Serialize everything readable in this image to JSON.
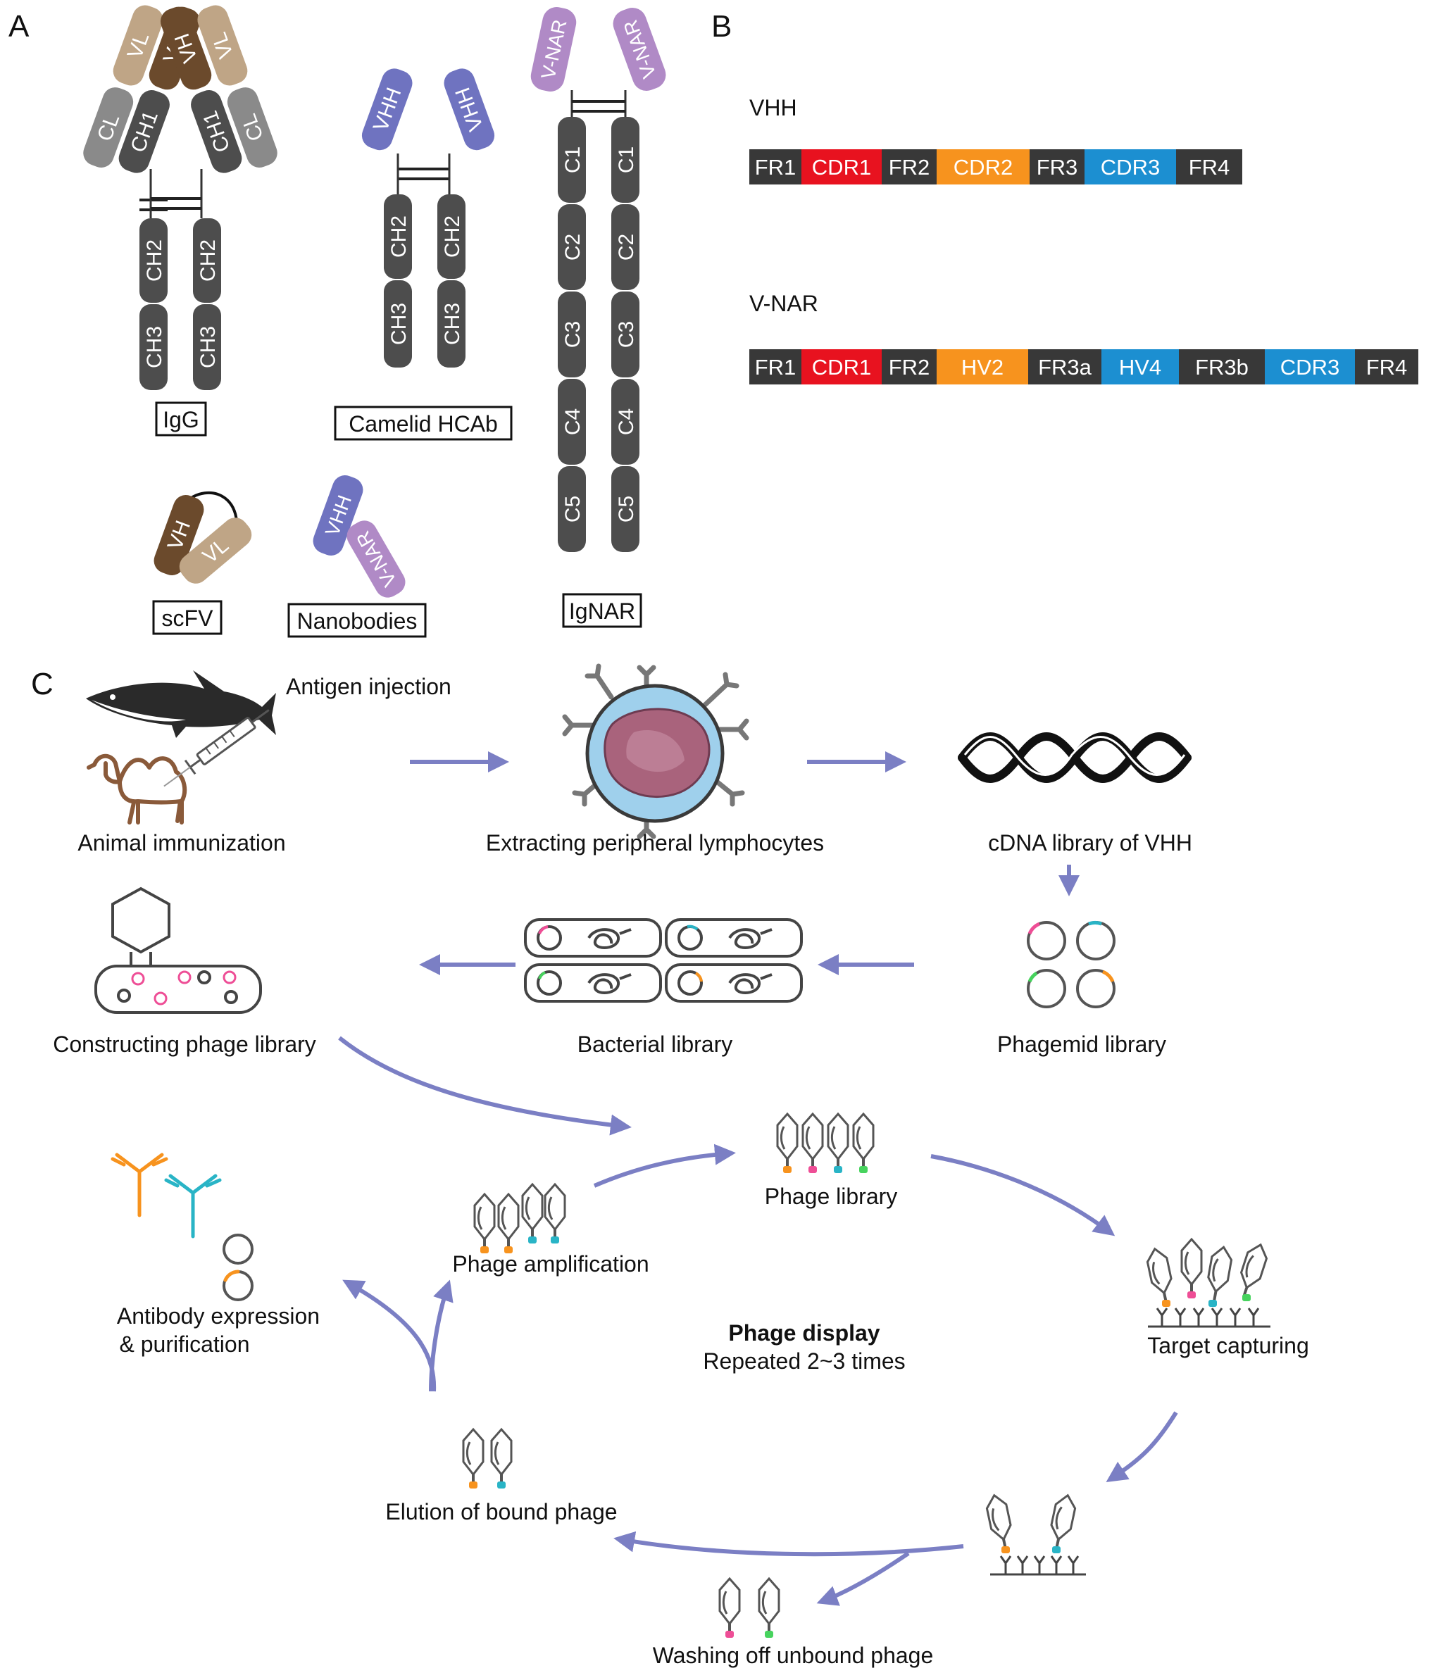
{
  "panel_labels": {
    "a": "A",
    "b": "B",
    "c": "C"
  },
  "colors": {
    "vh": "#6b4a2c",
    "vl": "#bfa586",
    "constant": "#4d4d4d",
    "cl": "#8a8a8a",
    "vhh": "#6f73c0",
    "vnar": "#b08ac6",
    "arrow": "#7b7fc4",
    "cdr1": "#e8121f",
    "cdr2": "#f7931e",
    "cdr3": "#1c8fd1",
    "fr": "#383838",
    "pink": "#ee4e96",
    "cyan": "#29b4c6",
    "orange": "#f7931e",
    "green": "#47d35e",
    "cell_outer": "#9fd0ec",
    "cell_inner": "#a9637c"
  },
  "panel_a": {
    "igg": {
      "label": "IgG",
      "vl": "VL",
      "vh": "VH",
      "cl": "CL",
      "ch1": "CH1",
      "ch2": "CH2",
      "ch3": "CH3"
    },
    "hcab": {
      "label": "Camelid HCAb",
      "vhh": "VHH",
      "ch2": "CH2",
      "ch3": "CH3"
    },
    "ignar": {
      "label": "IgNAR",
      "vnar": "V-NAR",
      "domains": [
        "C1",
        "C2",
        "C3",
        "C4",
        "C5"
      ]
    },
    "scfv": {
      "label": "scFV",
      "vh": "VH",
      "vl": "VL"
    },
    "nanobodies": {
      "label": "Nanobodies",
      "vhh": "VHH",
      "vnar": "V-NAR"
    }
  },
  "panel_b": {
    "vhh": {
      "title": "VHH",
      "segments": [
        {
          "label": "FR1",
          "kind": "fr"
        },
        {
          "label": "CDR1",
          "kind": "cdr1"
        },
        {
          "label": "FR2",
          "kind": "fr"
        },
        {
          "label": "CDR2",
          "kind": "cdr2"
        },
        {
          "label": "FR3",
          "kind": "fr"
        },
        {
          "label": "CDR3",
          "kind": "cdr3"
        },
        {
          "label": "FR4",
          "kind": "fr"
        }
      ]
    },
    "vnar": {
      "title": "V-NAR",
      "segments": [
        {
          "label": "FR1",
          "kind": "fr"
        },
        {
          "label": "CDR1",
          "kind": "cdr1"
        },
        {
          "label": "FR2",
          "kind": "fr"
        },
        {
          "label": "HV2",
          "kind": "cdr2"
        },
        {
          "label": "FR3a",
          "kind": "fr"
        },
        {
          "label": "HV4",
          "kind": "cdr3"
        },
        {
          "label": "FR3b",
          "kind": "fr"
        },
        {
          "label": "CDR3",
          "kind": "cdr3"
        },
        {
          "label": "FR4",
          "kind": "fr"
        }
      ]
    }
  },
  "panel_c": {
    "antigen_injection": "Antigen injection",
    "animal_immunization": "Animal immunization",
    "extracting_lymphocytes": "Extracting peripheral lymphocytes",
    "cdna_library": "cDNA library of VHH",
    "phagemid_library": "Phagemid library",
    "bacterial_library": "Bacterial library",
    "constructing_phage_library": "Constructing phage library",
    "phage_library": "Phage library",
    "target_capturing": "Target capturing",
    "phage_amplification": "Phage amplification",
    "antibody_expression_line1": "Antibody expression",
    "antibody_expression_line2": "& purification",
    "phage_display_title": "Phage display",
    "phage_display_subtitle": "Repeated 2~3 times",
    "elution": "Elution of bound phage",
    "washing": "Washing off unbound phage"
  }
}
